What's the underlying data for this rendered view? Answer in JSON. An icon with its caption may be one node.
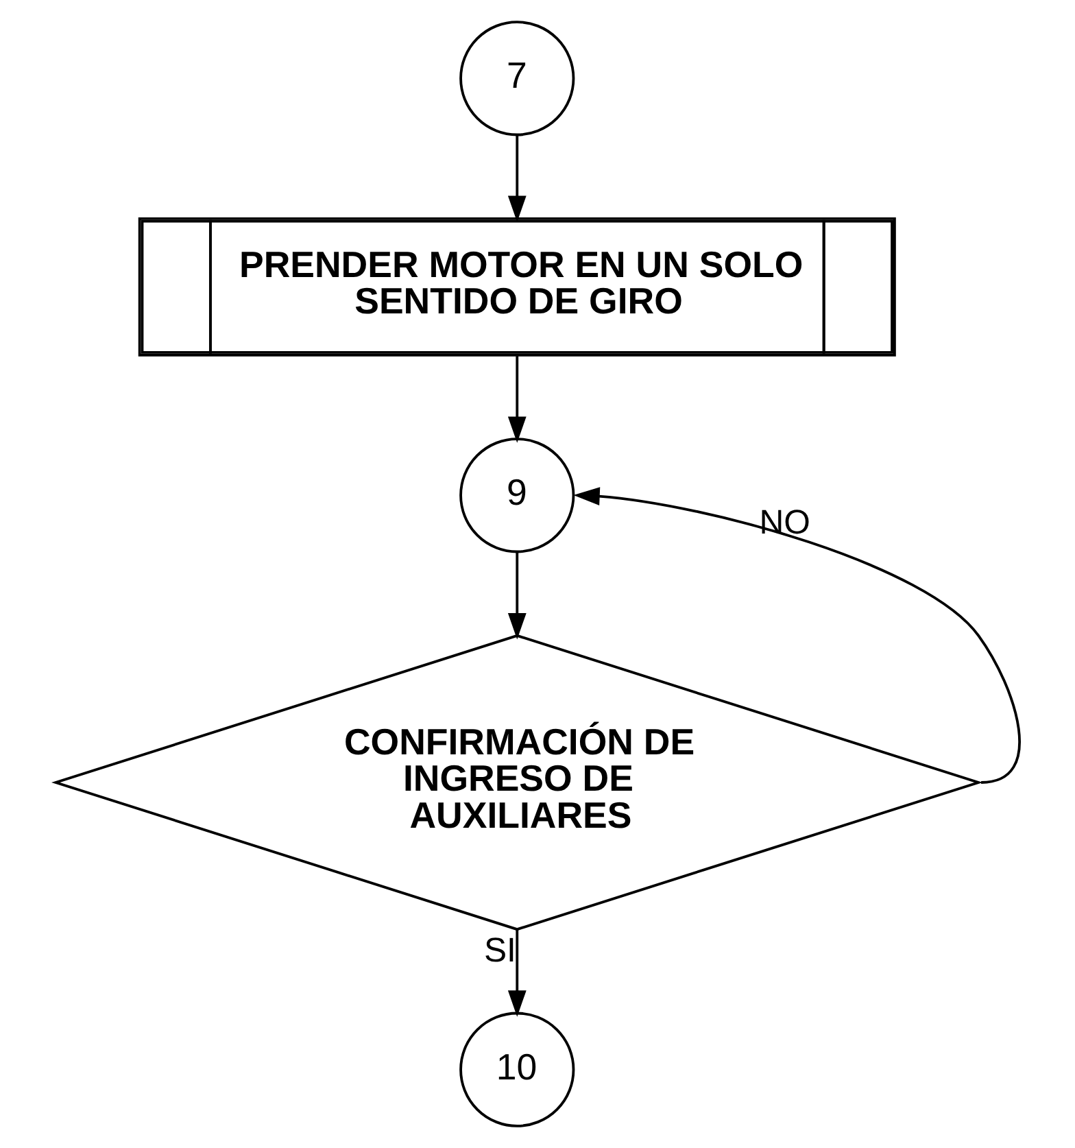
{
  "diagram": {
    "nodes": [
      {
        "text": [
          "7"
        ]
      },
      {
        "text": [
          "PRENDER MOTOR EN UN SOLO SENTIDO DE GIRO"
        ]
      },
      {
        "text": [
          "9"
        ]
      },
      {
        "text": [
          "CONFIRMACIÓN DE INGRESO DE AUXILIARES"
        ]
      },
      {
        "text": [
          "10"
        ]
      }
    ],
    "edges": [
      {
        "from": 0,
        "to": 1,
        "arrow": "to"
      },
      {
        "from": 1,
        "to": 2,
        "arrow": "to"
      },
      {
        "from": 2,
        "to": 3,
        "arrow": "to"
      },
      {
        "from": 3,
        "to": 4,
        "arrow": "to",
        "label": "SI"
      },
      {
        "from": 3,
        "to": 2,
        "arrow": "to",
        "label": "NO"
      }
    ]
  }
}
